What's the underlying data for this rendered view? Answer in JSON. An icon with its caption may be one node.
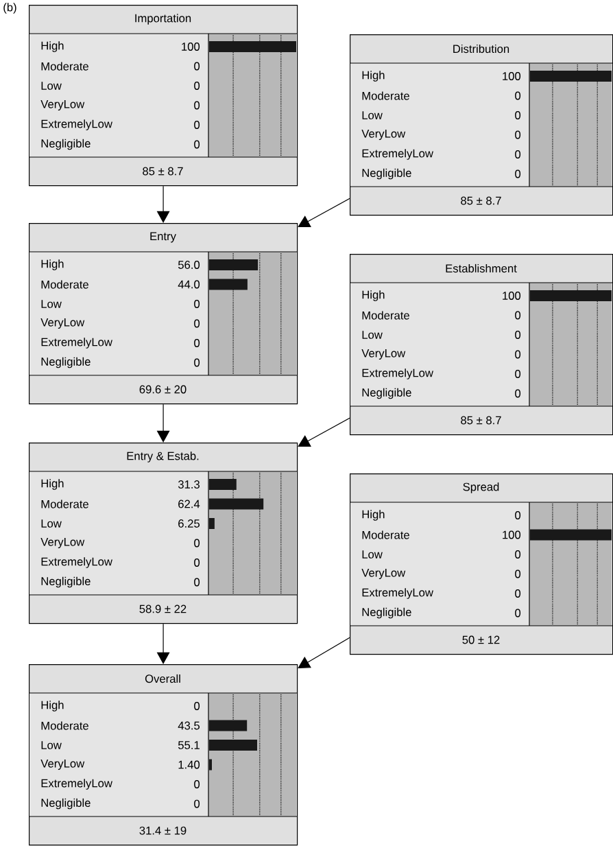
{
  "diagram": {
    "nodes": [
      {
        "text": [
          "Importation",
          "High",
          "100",
          "Moderate",
          "0",
          "Low",
          "0",
          "VeryLow",
          "0",
          "ExtremelyLow",
          "0",
          "Negligible",
          "0",
          "85 ± 8.7"
        ]
      },
      {
        "text": [
          "Distribution",
          "High",
          "100",
          "Moderate",
          "0",
          "Low",
          "0",
          "VeryLow",
          "0",
          "ExtremelyLow",
          "0",
          "Negligible",
          "0",
          "85 ± 8.7"
        ]
      },
      {
        "text": [
          "Entry",
          "High",
          "56.0",
          "Moderate",
          "44.0",
          "Low",
          "0",
          "VeryLow",
          "0",
          "ExtremelyLow",
          "0",
          "Negligible",
          "0",
          "69.6 ± 20"
        ]
      },
      {
        "text": [
          "Establishment",
          "High",
          "100",
          "Moderate",
          "0",
          "Low",
          "0",
          "VeryLow",
          "0",
          "ExtremelyLow",
          "0",
          "Negligible",
          "0",
          "85 ± 8.7"
        ]
      },
      {
        "text": [
          "Entry & Estab.",
          "High",
          "31.3",
          "Moderate",
          "62.4",
          "Low",
          "6.25",
          "VeryLow",
          "0",
          "ExtremelyLow",
          "0",
          "Negligible",
          "0",
          "58.9 ± 22"
        ]
      },
      {
        "text": [
          "Spread",
          "High",
          "0",
          "Moderate",
          "100",
          "Low",
          "0",
          "VeryLow",
          "0",
          "ExtremelyLow",
          "0",
          "Negligible",
          "0",
          "50 ± 12"
        ]
      },
      {
        "text": [
          "Overall",
          "High",
          "0",
          "Moderate",
          "43.5",
          "Low",
          "55.1",
          "VeryLow",
          "1.40",
          "ExtremelyLow",
          "0",
          "Negligible",
          "0",
          "31.4 ± 19"
        ]
      }
    ],
    "edges": [
      {
        "from": 0,
        "to": 2,
        "arrow": "to"
      },
      {
        "from": 1,
        "to": 2,
        "arrow": "to"
      },
      {
        "from": 2,
        "to": 4,
        "arrow": "to"
      },
      {
        "from": 3,
        "to": 4,
        "arrow": "to"
      },
      {
        "from": 4,
        "to": 6,
        "arrow": "to"
      },
      {
        "from": 5,
        "to": 6,
        "arrow": "to"
      }
    ],
    "labels": [
      "(b)"
    ]
  }
}
